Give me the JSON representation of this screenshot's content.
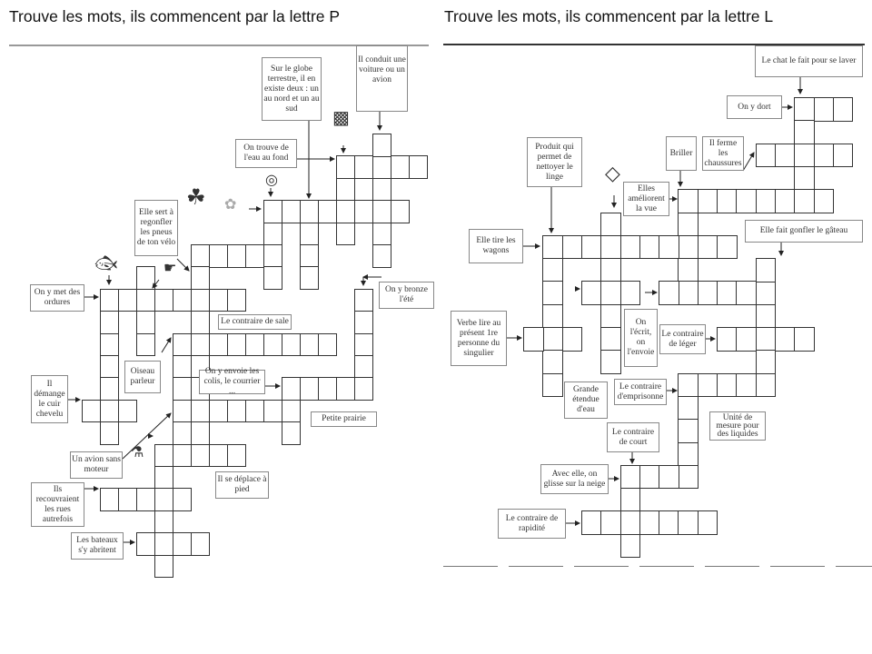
{
  "left": {
    "title": "Trouve les mots, ils commencent par la lettre P",
    "clues": [
      "Sur le globe terrestre, il en existe deux : un au nord et un au sud",
      "Il conduit une voiture ou un avion",
      "On trouve de l'eau au fond",
      "Elle sert à regonfler les pneus de ton vélo",
      "On y met des ordures",
      "Le contraire de sale",
      "On y bronze l'été",
      "Oiseau parleur",
      "On y envoie les colis, le courrier ...",
      "Il démange le cuir chevelu",
      "Petite prairie",
      "Un avion sans moteur",
      "Il se déplace à pied",
      "Ils recouvraient les rues autrefois",
      "Les bateaux s'y abritent"
    ]
  },
  "right": {
    "title": "Trouve les mots, ils commencent par la lettre L",
    "clues": [
      "Le chat le fait pour se laver",
      "On y dort",
      "Produit qui permet de nettoyer le linge",
      "Briller",
      "Il ferme les chaussures",
      "Elles améliorent la vue",
      "Elle tire les wagons",
      "Elle fait gonfler le gâteau",
      "Verbe lire au présent 1re personne du singulier",
      "On l'écrit, on l'envoie",
      "Le contraire de léger",
      "Grande étendue d'eau",
      "Le contraire d'emprisonne",
      "Unité de mesure pour des liquides",
      "Le contraire de court",
      "Avec elle, on glisse sur la neige",
      "Le contraire de rapidité"
    ]
  },
  "pictures": [
    "fish-icon",
    "hand-icon",
    "palm-tree-icon",
    "butterfly-icon",
    "tire-icon",
    "jar-icon",
    "oil-can-icon",
    "diamond-icon"
  ]
}
